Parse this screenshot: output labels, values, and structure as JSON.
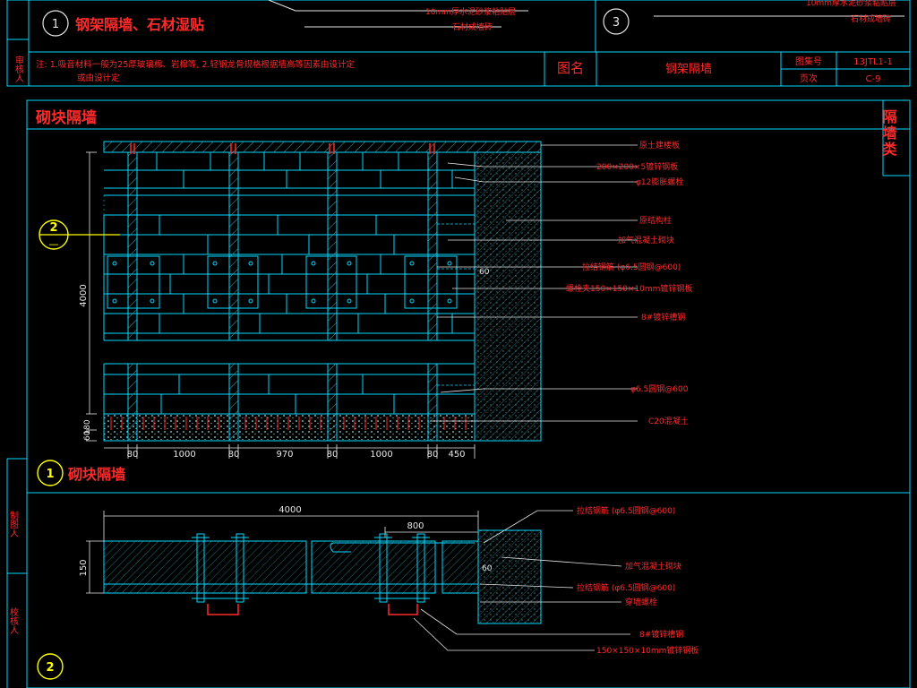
{
  "top_section": {
    "detail1_number": "1",
    "detail1_title": "钢架隔墙、石材湿贴",
    "detail3_number": "3",
    "callout_left_1": "10mm厚水泥砂浆粘贴层",
    "callout_left_2": "石材成墙砖",
    "callout_right_1": "10mm厚水泥砂浆粘贴层",
    "callout_right_2": "石材成墙砖",
    "left_margin_label": "审核人",
    "note": "注: 1.吸音材料一般为25厚玻璃棉、岩棉等,        2.轻钢龙骨规格根据墙高等因素由设计定",
    "note_line2": "或由设计定",
    "title_label": "图名",
    "title_value": "钢架隔墙",
    "atlas_label": "图集号",
    "atlas_value": "13JTL1-1",
    "page_label": "页次",
    "page_value": "C-9"
  },
  "elevation": {
    "section_title": "砌块隔墙",
    "side_label": "隔墙类",
    "section_marker_number": "2",
    "section_marker_sub": "—",
    "height_dim": "4000",
    "bottom_dims_left": [
      "60",
      "180"
    ],
    "bottom_dims": [
      "80",
      "1000",
      "80",
      "970",
      "80",
      "1000",
      "80",
      "450"
    ],
    "gap_dim": "60",
    "callouts": [
      "原土建楼板",
      "200×200×5镀锌钢板",
      "φ12膨胀螺栓",
      "原结构柱",
      "加气混凝土砌块",
      "拉结钢筋 (φ6.5圆钢@600)",
      "螺栓夹150×150×10mm镀锌钢板",
      "8#镀锌槽钢",
      "φ6.5圆钢@600",
      "C20混凝土"
    ],
    "detail_number": "1",
    "detail_title": "砌块隔墙"
  },
  "plan": {
    "length_dim": "4000",
    "sub_dim": "800",
    "thickness_dim": "150",
    "gap_dim": "60",
    "callouts": [
      "拉结钢筋 (φ6.5圆钢@600)",
      "加气混凝土砌块",
      "拉结钢筋 (φ6.5圆钢@600)",
      "穿墙螺栓",
      "8#镀锌槽钢",
      "150×150×10mm镀锌钢板"
    ],
    "left_label_1": "制图人",
    "left_label_2": "校核人",
    "detail_number": "2"
  },
  "colors": {
    "background": "#000000",
    "line": "#00d8ff",
    "text_red": "#ff2a2a",
    "text_white": "#e6e6e6",
    "text_yellow": "#ffff00",
    "hatch": "#1f9fb0"
  }
}
